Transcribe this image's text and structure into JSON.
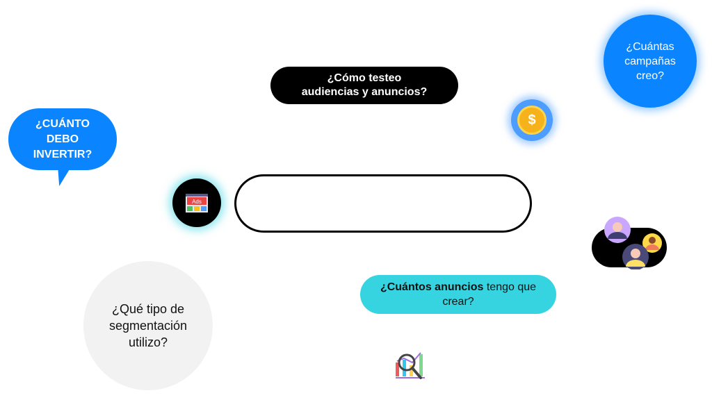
{
  "questions": {
    "testing": "¿Cómo testeo audiencias y anuncios?",
    "campaigns": "¿Cuántas campañas creo?",
    "invest": "¿CUÁNTO DEBO INVERTIR?",
    "ads_count_bold": "¿Cuántos anuncios",
    "ads_count_rest": " tengo que crear?",
    "segmentation": "¿Qué tipo de segmentación utilizo?"
  },
  "icons": {
    "coin": "$",
    "ads": "Ads"
  },
  "colors": {
    "blue": "#0a84ff",
    "cyan": "#35d4e0",
    "grey": "#f2f2f2"
  }
}
